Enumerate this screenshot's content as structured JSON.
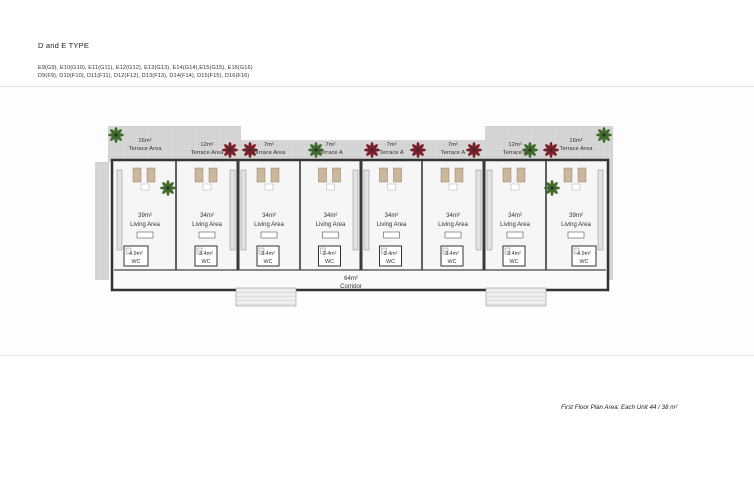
{
  "plan": {
    "type_title": "D and E TYPE",
    "unit_codes_line1": "E9(G9), E10(G10), E11(G11), E12(G12), E13(G13), E14(G14),E15(G15), E16(G16)",
    "unit_codes_line2": "D9(F9), D10(F10), D11(F11), D12(F12), D13(F13), D14(F14), D15(F15), D16(F16)",
    "area_caption": "First Floor Plan Area: Each Unit 44 / 38 m²"
  },
  "terraces": [
    {
      "area": "16m²",
      "name": "Terrace Area"
    },
    {
      "area": "12m²",
      "name": "Terrace Area"
    },
    {
      "area": "7m²",
      "name": "Terrace Area"
    },
    {
      "area": "7m²",
      "name": "Terrace A"
    },
    {
      "area": "7m²",
      "name": "Terrace A"
    },
    {
      "area": "7m²",
      "name": "Terrace A"
    },
    {
      "area": "12m²",
      "name": "Terrace A"
    },
    {
      "area": "16m²",
      "name": "Terrace Area"
    }
  ],
  "living": [
    {
      "area": "39m²",
      "name": "Living Area"
    },
    {
      "area": "34m²",
      "name": "Living Area"
    },
    {
      "area": "34m²",
      "name": "Living Area"
    },
    {
      "area": "34m²",
      "name": "Living Area"
    },
    {
      "area": "34m²",
      "name": "Living Area"
    },
    {
      "area": "34m²",
      "name": "Living Area"
    },
    {
      "area": "34m²",
      "name": "Living Area"
    },
    {
      "area": "39m²",
      "name": "Living Area"
    }
  ],
  "wc": [
    {
      "area": "4.9m²",
      "name": "WC"
    },
    {
      "area": "3.4m²",
      "name": "WC"
    },
    {
      "area": "3.4m²",
      "name": "WC"
    },
    {
      "area": "3.4m²",
      "name": "WC"
    },
    {
      "area": "3.4m²",
      "name": "WC"
    },
    {
      "area": "3.4m²",
      "name": "WC"
    },
    {
      "area": "3.4m²",
      "name": "WC"
    },
    {
      "area": "4.9m²",
      "name": "WC"
    }
  ],
  "corridor": {
    "area": "64m²",
    "name": "Corridor"
  },
  "colors": {
    "wall": "#3a3a3a",
    "terrace": "#d9d9d9",
    "floor": "#f4f4f4",
    "plant": "#3f6b2c",
    "plant_red": "#7a1f2a"
  }
}
